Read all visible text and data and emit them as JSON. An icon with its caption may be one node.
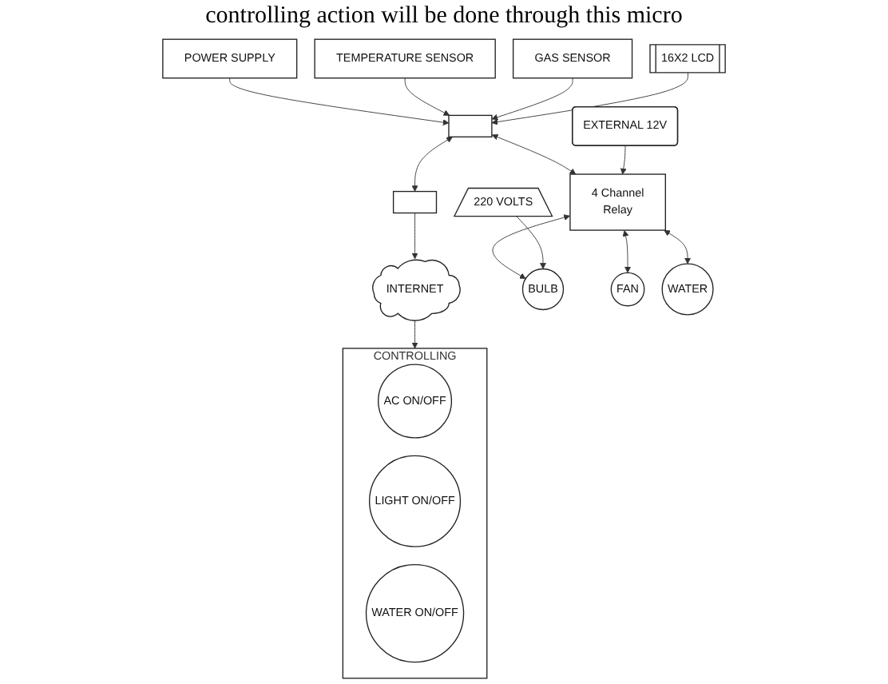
{
  "diagram": {
    "nodes": [
      {
        "text": [
          "CONTROLLING"
        ]
      },
      {
        "text": [
          "AC ON/OFF"
        ],
        "in": 0
      },
      {
        "text": [
          "LIGHT ON/OFF"
        ],
        "in": 0
      },
      {
        "text": [
          "WATER ON/OFF"
        ],
        "in": 0
      },
      {
        "text": [
          "POWER SUPPLY"
        ]
      },
      {
        "text": [
          "INTERNET"
        ]
      },
      {
        "text": [
          "TEMPERATURE SENSOR"
        ]
      },
      {
        "text": [],
        "shape": "box"
      },
      {
        "text": [],
        "shape": "box"
      },
      {
        "text": [
          "4 Channel",
          "Relay"
        ]
      },
      {
        "text": [
          "BULB"
        ]
      },
      {
        "text": [
          "GAS SENSOR"
        ]
      },
      {
        "text": [
          "FAN"
        ]
      },
      {
        "text": [
          "WATER"
        ]
      },
      {
        "text": [
          "16X2 LCD"
        ]
      },
      {
        "text": [
          "EXTERNAL 12V"
        ]
      },
      {
        "text": [
          "220 VOLTS"
        ]
      }
    ],
    "edges": [
      {
        "from": 5,
        "to": 0,
        "arrow": "to"
      },
      {
        "from": 8,
        "to": 5,
        "arrow": "to"
      },
      {
        "from": 4,
        "to": 7,
        "arrow": "to"
      },
      {
        "from": 6,
        "to": 7,
        "arrow": "to"
      },
      {
        "from": 11,
        "to": 7,
        "arrow": "to"
      },
      {
        "from": 7,
        "to": 8,
        "arrow": "both"
      },
      {
        "from": 7,
        "to": 9,
        "arrow": "both"
      },
      {
        "from": 14,
        "to": 7,
        "arrow": "to"
      },
      {
        "from": 15,
        "to": 9,
        "arrow": "to"
      },
      {
        "from": 9,
        "to": 10,
        "arrow": "both"
      },
      {
        "from": 9,
        "to": 12,
        "arrow": "both"
      },
      {
        "from": 9,
        "to": 13,
        "arrow": "both"
      },
      {
        "from": 16,
        "to": 10,
        "arrow": "to"
      }
    ],
    "labels": [
      "controlling action will be done through this micro"
    ]
  }
}
